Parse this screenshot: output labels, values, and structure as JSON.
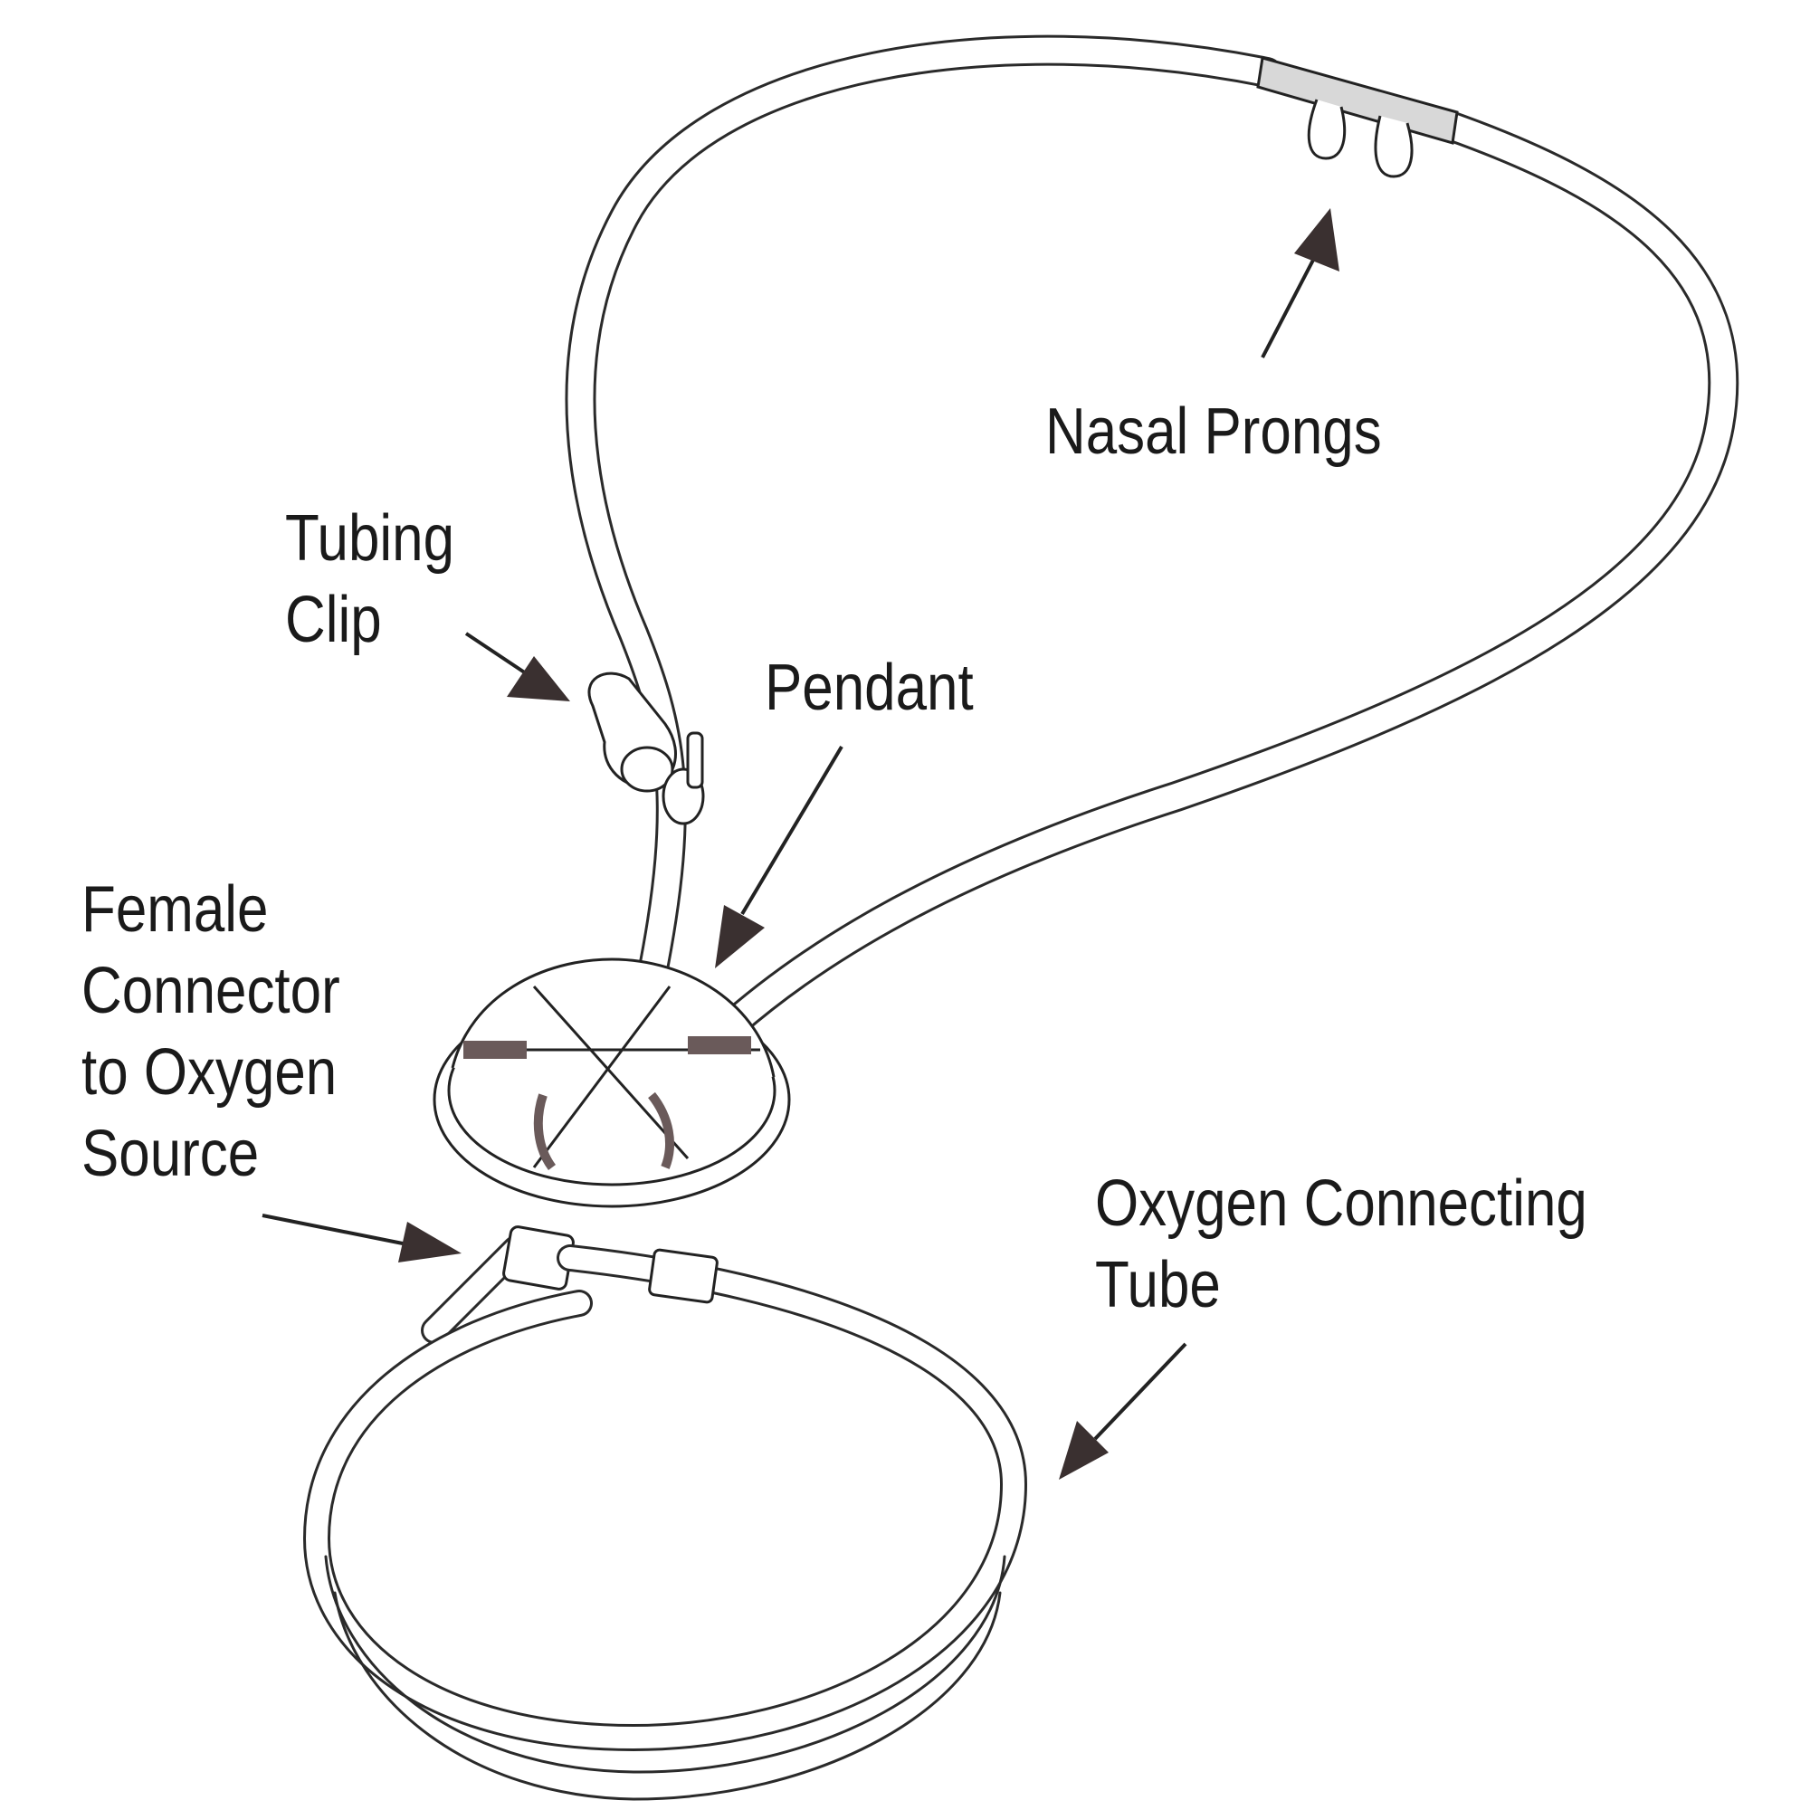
{
  "labels": {
    "nasal_prongs": "Nasal Prongs",
    "tubing_clip": [
      "Tubing",
      "Clip"
    ],
    "pendant": "Pendant",
    "female_connector": [
      "Female",
      "Connector",
      "to Oxygen",
      "Source"
    ],
    "oxygen_connecting_tube": [
      "Oxygen Connecting",
      "Tube"
    ]
  },
  "colors": {
    "ink": "#222222",
    "prong_bar": "#d8d8d8",
    "arrow_fill": "#3a3030"
  }
}
